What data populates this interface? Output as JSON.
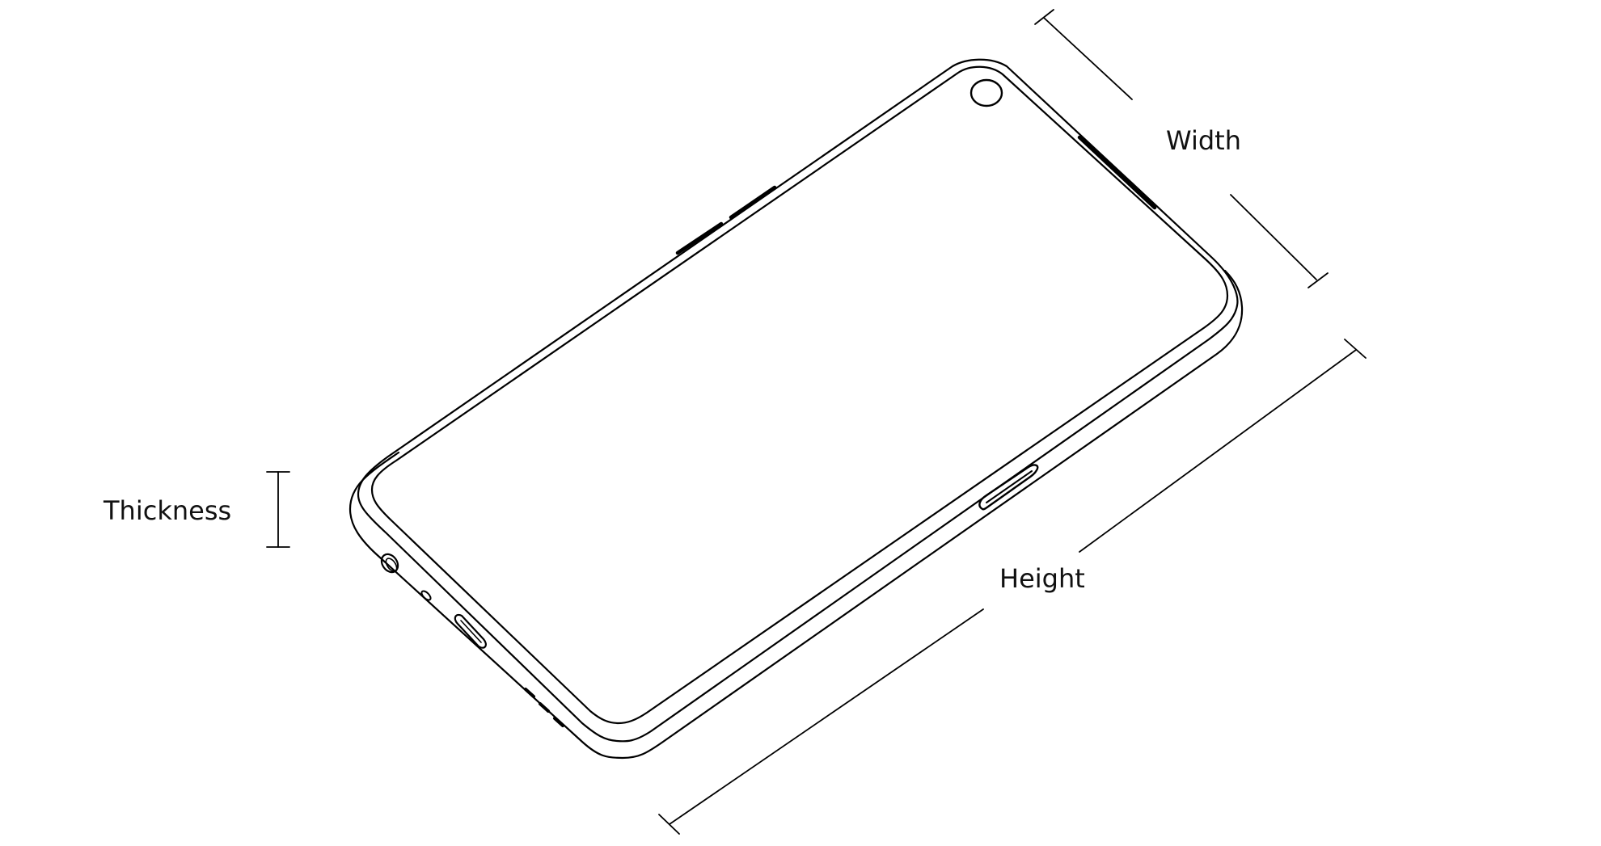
{
  "diagram": {
    "subject": "Smartphone dimensions line drawing",
    "labels": {
      "width": "Width",
      "height": "Height",
      "thickness": "Thickness"
    },
    "colors": {
      "background": "#ffffff",
      "stroke": "#000000",
      "text": "#111111"
    },
    "parts": [
      "front-camera",
      "volume-buttons",
      "power-button",
      "headphone-jack",
      "microphone-hole",
      "usb-c-port",
      "speaker-grille"
    ]
  }
}
